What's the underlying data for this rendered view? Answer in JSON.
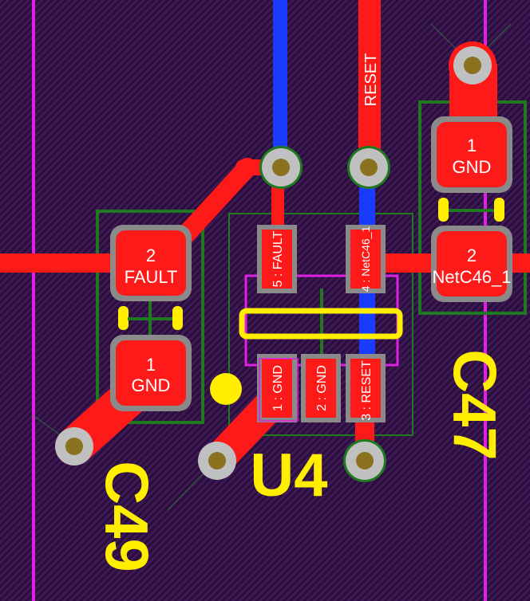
{
  "colors": {
    "top_copper": "#ff1a1a",
    "bottom_copper": "#1a3cff",
    "silkscreen": "#ffee00",
    "board_edge": "#e020e0",
    "courtyard": "#1f7a1f",
    "pad_mask": "#8a8a8a",
    "via_annular": "#c0c0c0",
    "via_hole": "#8b7020",
    "background": "#2b0d3d"
  },
  "nets": {
    "reset": "RESET"
  },
  "components": {
    "c49": {
      "designator": "C49",
      "pad1": {
        "number": "1",
        "net": "GND"
      },
      "pad2": {
        "number": "2",
        "net": "FAULT"
      }
    },
    "c47": {
      "designator": "C47",
      "pad1": {
        "number": "1",
        "net": "GND"
      },
      "pad2": {
        "number": "2",
        "net": "NetC46_1"
      }
    },
    "u4": {
      "designator": "U4",
      "pins": [
        {
          "label": "1 : GND"
        },
        {
          "label": "2 : GND"
        },
        {
          "label": "3 : RESET"
        },
        {
          "label": "4 : NetC46_1"
        },
        {
          "label": "5 : FAULT"
        }
      ]
    }
  }
}
